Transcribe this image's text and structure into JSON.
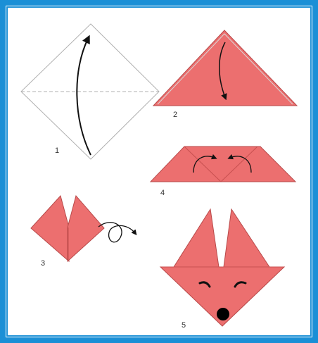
{
  "diagram": {
    "colors": {
      "paper": "#ec6f6f",
      "paper_edge": "#b84a4a",
      "frame": "#1a8fd6",
      "outline": "#b0b0b0",
      "arrow": "#111111"
    },
    "steps": [
      {
        "number": "1"
      },
      {
        "number": "2"
      },
      {
        "number": "3"
      },
      {
        "number": "4"
      },
      {
        "number": "5"
      }
    ]
  }
}
